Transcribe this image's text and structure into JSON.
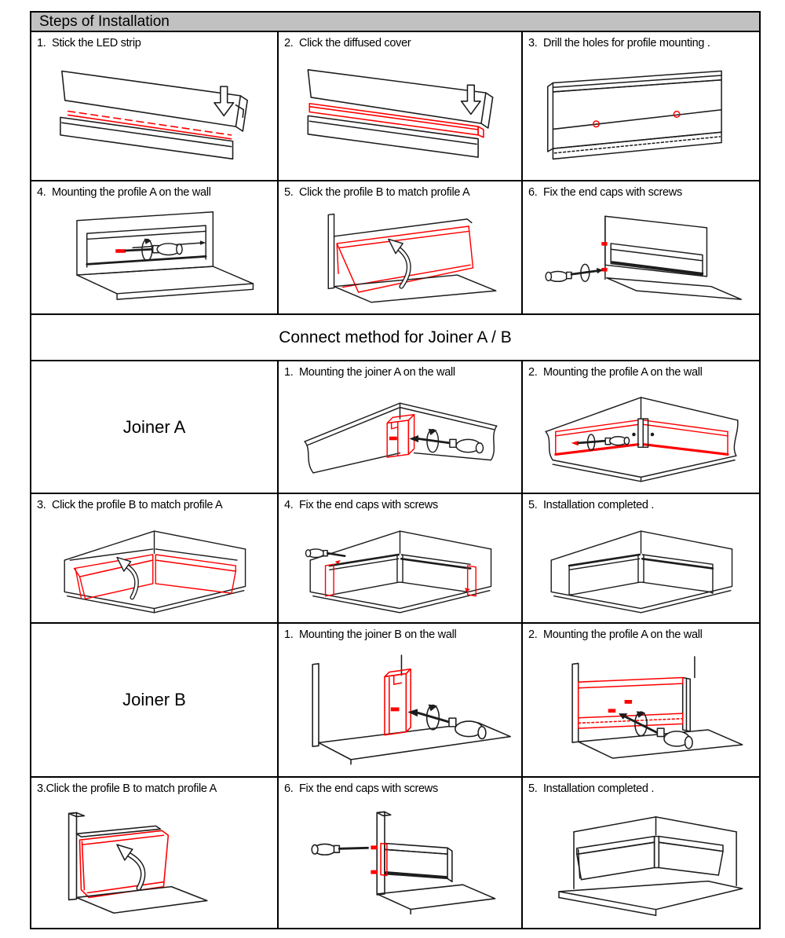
{
  "colors": {
    "accent_red": "#fe0000",
    "header_bg": "#c1c1c1",
    "ink": "#1c1c1c"
  },
  "sections": {
    "steps_title": "Steps of Installation",
    "connect_title": "Connect method for Joiner A / B"
  },
  "steps": [
    {
      "label": "1.  Stick the LED strip",
      "art": "profile-with-led-strip"
    },
    {
      "label": "2.  Click the diffused cover",
      "art": "profile-with-diffused-cover"
    },
    {
      "label": "3.  Drill the holes for profile mounting .",
      "art": "profile-with-drill-holes"
    },
    {
      "label": "4.  Mounting the profile A on the wall",
      "art": "profile-a-on-wall-screwdriver"
    },
    {
      "label": "5.  Click the profile B to match profile A",
      "art": "profile-b-click-arrow"
    },
    {
      "label": "6.  Fix the end caps with screws",
      "art": "end-cap-screws"
    }
  ],
  "joiner_a": {
    "name": "Joiner A",
    "steps": [
      {
        "label": "1.  Mounting the joiner A on the wall",
        "art": "joiner-a-corner-screwdriver"
      },
      {
        "label": "2.  Mounting the profile A on the wall",
        "art": "profiles-red-corner"
      },
      {
        "label": "3.  Click the profile B to match profile A",
        "art": "profile-b-corner-arrow"
      },
      {
        "label": "4.  Fix the end caps with screws",
        "art": "end-caps-corner"
      },
      {
        "label": "5.  Installation completed .",
        "art": "corner-completed"
      }
    ]
  },
  "joiner_b": {
    "name": "Joiner B",
    "steps": [
      {
        "label": "1.  Mounting the joiner B on the wall",
        "art": "joiner-b-wall-screwdriver"
      },
      {
        "label": "2.  Mounting the profile A on the wall",
        "art": "profile-a-wall-screwdriver"
      },
      {
        "label": "3.Click the profile B to match profile A",
        "art": "profile-b-wall-arrow"
      },
      {
        "label": "6.  Fix the end caps with screws",
        "art": "end-cap-screws-wall"
      },
      {
        "label": "5.  Installation completed .",
        "art": "outside-corner-completed"
      }
    ]
  }
}
